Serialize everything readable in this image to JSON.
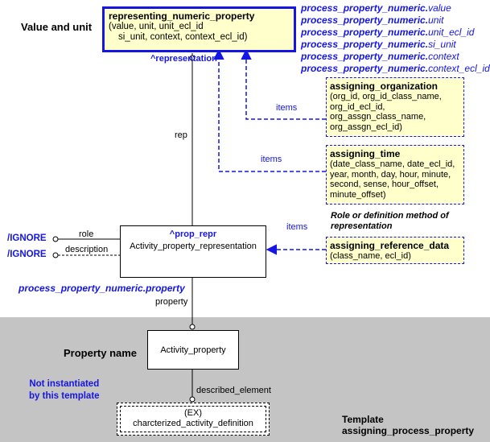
{
  "main_entity": {
    "title": "representing_numeric_property",
    "attrs": [
      "(value, unit, unit_ecl_id",
      "si_unit, context, context_ecl_id)"
    ]
  },
  "value_and_unit_label": "Value and unit",
  "representation_label": "^representation",
  "property_paths": [
    {
      "prefix": "process_property_numeric.",
      "suffix": "value"
    },
    {
      "prefix": "process_property_numeric.",
      "suffix": "unit"
    },
    {
      "prefix": "process_property_numeric.",
      "suffix": "unit_ecl_id"
    },
    {
      "prefix": "process_property_numeric.",
      "suffix": "si_unit"
    },
    {
      "prefix": "process_property_numeric.",
      "suffix": "context"
    },
    {
      "prefix": "process_property_numeric.",
      "suffix": "context_ecl_id"
    }
  ],
  "assigning_organization": {
    "title": "assigning_organization",
    "attrs": [
      "(org_id, org_id_class_name,",
      "org_id_ecl_id,",
      "org_assgn_class_name,",
      "org_assgn_ecl_id)"
    ]
  },
  "assigning_time": {
    "title": "assigning_time",
    "attrs": [
      "(date_class_name, date_ecl_id,",
      "year, month, day, hour, minute,",
      "second, sense, hour_offset,",
      "minute_offset)"
    ]
  },
  "role_method_note": [
    "Role or definition method of",
    "representation"
  ],
  "assigning_reference_data": {
    "title": "assigning_reference_data",
    "attrs": [
      "(class_name, ecl_id)"
    ]
  },
  "items_labels": [
    "items",
    "items",
    "items"
  ],
  "rep_label": "rep",
  "prop_repr_entity": {
    "title": "^prop_repr",
    "name": "Activity_property_representation"
  },
  "role_label": "role",
  "description_label": "description",
  "ignore_labels": [
    "/IGNORE",
    "/IGNORE"
  ],
  "property_path": "process_property_numeric.property",
  "property_label": "property",
  "property_name_label": "Property name",
  "activity_property": "Activity_property",
  "not_instantiated": [
    "Not instantiated",
    "by this template"
  ],
  "described_element_label": "described_element",
  "ex_entity": {
    "tag": "(EX)",
    "name": "charcterized_activity_definition"
  },
  "template_label": [
    "Template",
    "assigning_process_property"
  ],
  "colors": {
    "blue": "#1515e6",
    "yellow": "#ffffcc",
    "gray": "#c4c4c4"
  }
}
